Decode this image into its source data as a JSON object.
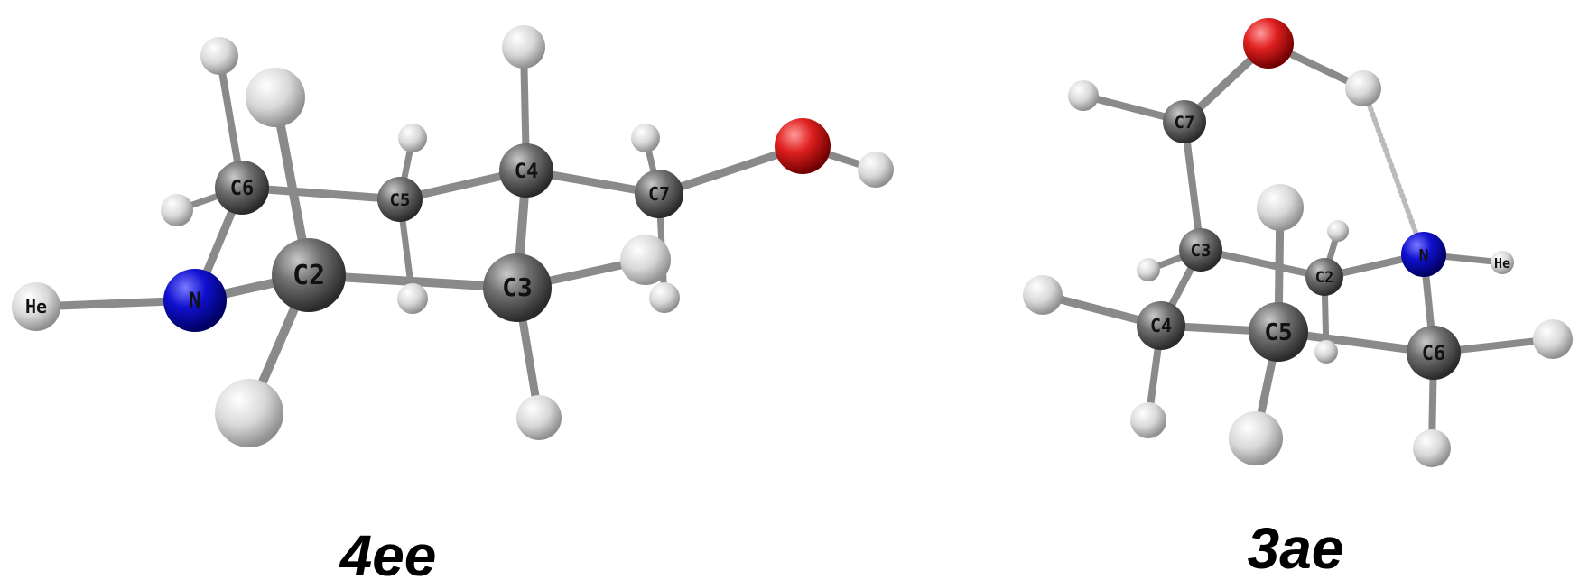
{
  "figure": {
    "molecules": [
      {
        "caption": "4ee",
        "labels": {
          "He": "He",
          "N": "N",
          "C2": "C2",
          "C3": "C3",
          "C4": "C4",
          "C5": "C5",
          "C6": "C6",
          "C7": "C7"
        }
      },
      {
        "caption": "3ae",
        "labels": {
          "He": "He",
          "N": "N",
          "C2": "C2",
          "C3": "C3",
          "C4": "C4",
          "C5": "C5",
          "C6": "C6",
          "C7": "C7"
        }
      }
    ],
    "colors": {
      "carbon": "#6f6f6f",
      "hydrogen": "#d8d8d8",
      "nitrogen": "#1010d0",
      "oxygen": "#e02020",
      "bond": "#8a8a8a",
      "hbond": "#bbbbbb"
    }
  }
}
